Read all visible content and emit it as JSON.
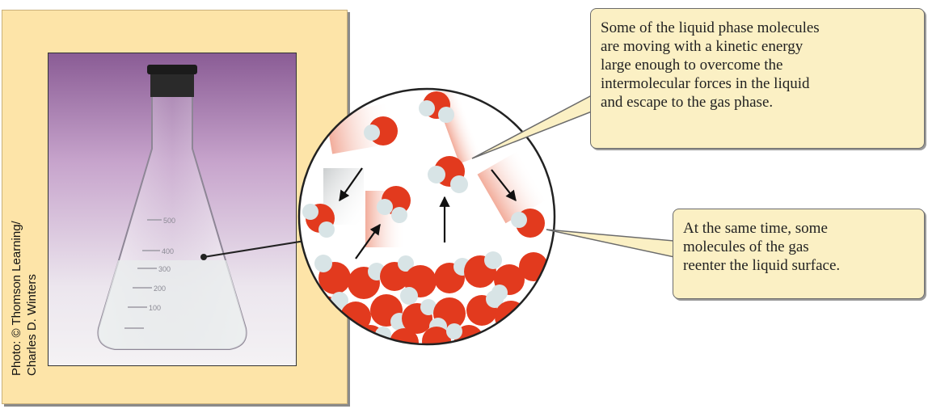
{
  "credit_lines": [
    "Photo: © Thomson Learning/",
    "Charles D. Winters"
  ],
  "flask_marks": [
    "500",
    "400",
    "300",
    "200",
    "100"
  ],
  "callout_top_lines": [
    "Some of the liquid phase molecules",
    "are moving with a kinetic energy",
    "large enough to overcome the",
    "intermolecular forces in the liquid",
    "and escape to the gas phase."
  ],
  "callout_bottom_lines": [
    "At the same time, some",
    "molecules of the gas",
    "reenter the liquid surface."
  ],
  "colors": {
    "panel": "#fde4a8",
    "callout": "#fbf0c4",
    "oxygen": "#e23a1e",
    "hydrogen": "#d8e4e6",
    "photo_top": "#a97eb0"
  }
}
